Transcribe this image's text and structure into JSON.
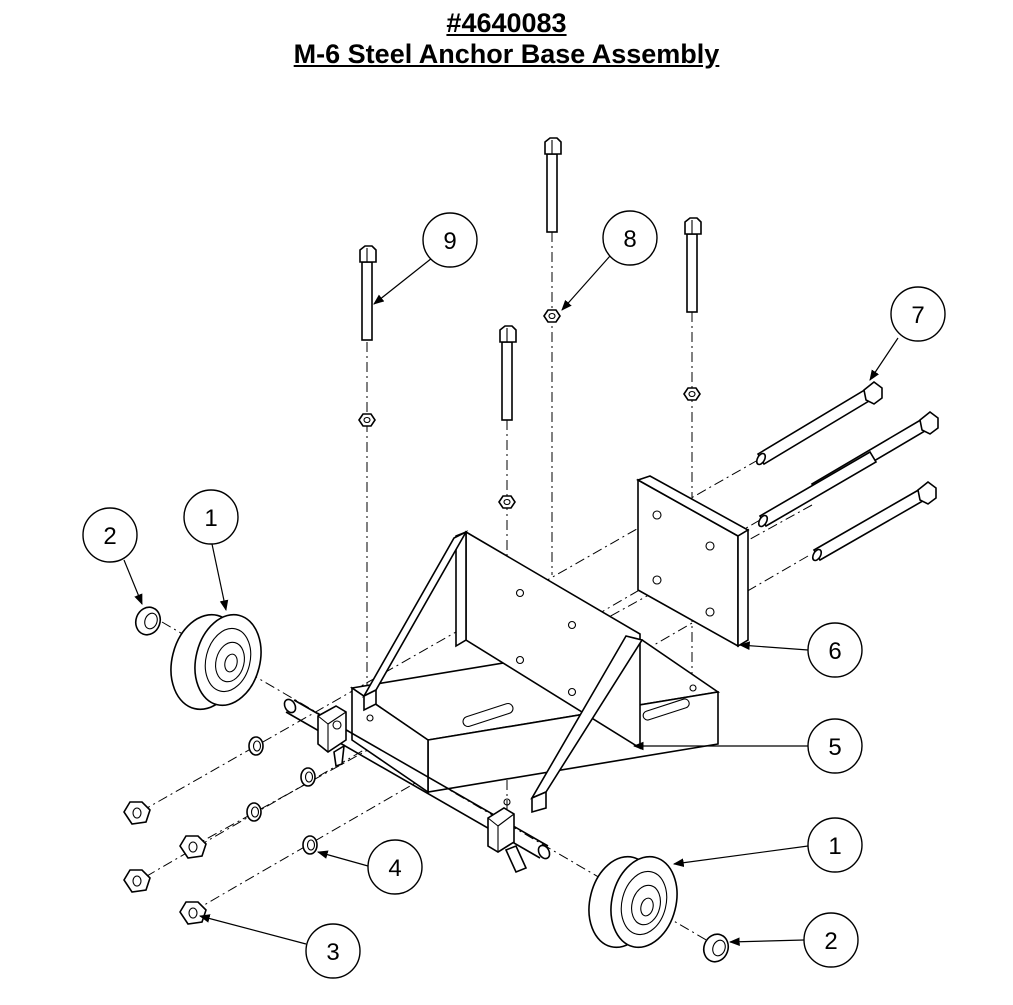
{
  "title": {
    "part_number": "#4640083",
    "name": "M-6 Steel Anchor Base Assembly"
  },
  "balloons": [
    {
      "id": "b1a",
      "label": "1"
    },
    {
      "id": "b2a",
      "label": "2"
    },
    {
      "id": "b9",
      "label": "9"
    },
    {
      "id": "b8",
      "label": "8"
    },
    {
      "id": "b7",
      "label": "7"
    },
    {
      "id": "b6",
      "label": "6"
    },
    {
      "id": "b5",
      "label": "5"
    },
    {
      "id": "b4",
      "label": "4"
    },
    {
      "id": "b1b",
      "label": "1"
    },
    {
      "id": "b3",
      "label": "3"
    },
    {
      "id": "b2b",
      "label": "2"
    }
  ]
}
